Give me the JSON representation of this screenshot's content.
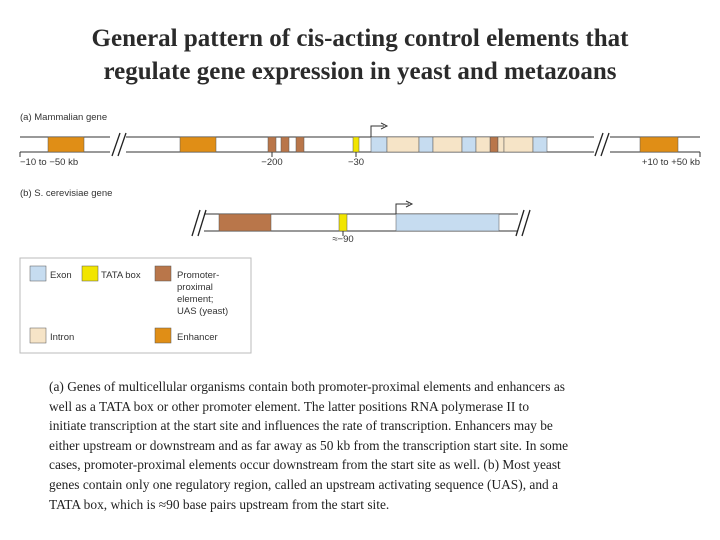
{
  "title": {
    "line1": "General pattern of cis-acting control elements that",
    "line2": "regulate gene expression in yeast and metazoans"
  },
  "panel_a": {
    "label": "(a) Mammalian gene",
    "tick_left": "−10 to −50 kb",
    "tick_200": "−200",
    "tick_30": "−30",
    "tick_right": "+10 to +50 kb"
  },
  "panel_b": {
    "label": "(b) S. cerevisiae gene",
    "tick_90": "≈−90"
  },
  "legend": {
    "exon": "Exon",
    "tata": "TATA box",
    "promoter_l1": "Promoter-",
    "promoter_l2": "proximal",
    "promoter_l3": "element;",
    "promoter_l4": "UAS (yeast)",
    "intron": "Intron",
    "enhancer": "Enhancer"
  },
  "colors": {
    "exon": "#c6dcf0",
    "tata": "#f2e500",
    "promoter": "#b9764a",
    "intron": "#f6e4c7",
    "enhancer": "#e08e16",
    "dna_line": "#333333"
  },
  "caption": [
    " (a) Genes of multicellular organisms contain both promoter-proximal elements and enhancers as",
    "well as a TATA box or other promoter element. The latter positions RNA polymerase II to",
    "initiate transcription at the start site and influences the rate of transcription. Enhancers may be",
    "either upstream or downstream and as far away as 50 kb from the transcription start site. In some",
    "cases, promoter-proximal elements occur downstream from the start site as well. (b) Most yeast",
    "genes contain only one regulatory region, called an upstream activating sequence (UAS), and a",
    "TATA box, which is ≈90 base pairs upstream from the start site."
  ]
}
